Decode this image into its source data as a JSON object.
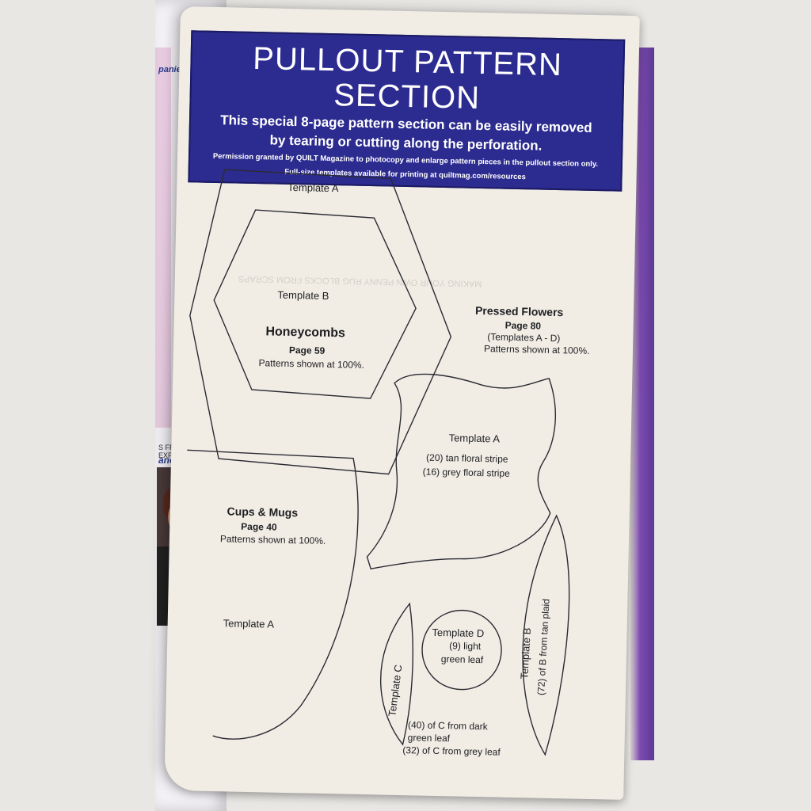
{
  "banner": {
    "title": "PULLOUT PATTERN SECTION",
    "line1": "This special 8-page pattern section can be easily removed",
    "line2": "by tearing or cutting along the perforation.",
    "permission": "Permission granted by QUILT Magazine to photocopy and enlarge pattern pieces in the pullout section only.",
    "fullsize": "Full-size templates available for printing at quiltmag.com/resources"
  },
  "honeycombs": {
    "template_a": "Template A",
    "template_b": "Template B",
    "title": "Honeycombs",
    "page": "Page 59",
    "note": "Patterns shown at 100%."
  },
  "pressed_flowers": {
    "title": "Pressed Flowers",
    "page": "Page 80",
    "templates": "(Templates A - D)",
    "note": "Patterns shown at 100%.",
    "template_a": "Template A",
    "a_line1": "(20) tan floral stripe",
    "a_line2": "(16) grey floral stripe",
    "template_b": "Template B",
    "b_note": "(72) of B from tan plaid",
    "template_c": "Template C",
    "c_line1": "(40) of C  from dark",
    "c_line2": "green leaf",
    "c_line3": "(32) of C from grey leaf",
    "template_d": "Template D",
    "d_line1": "(9) light",
    "d_line2": "green leaf"
  },
  "cups_mugs": {
    "title": "Cups & Mugs",
    "page": "Page 40",
    "note": "Patterns shown at 100%.",
    "template_a": "Template A"
  },
  "left_page": {
    "title1": "panies",
    "title2": "S FROM AN EXPERT",
    "name": "ancy Goldsworthy"
  },
  "colors": {
    "banner": "#2c2b8f",
    "page": "#f1ede5",
    "outline": "#2b2b33"
  }
}
